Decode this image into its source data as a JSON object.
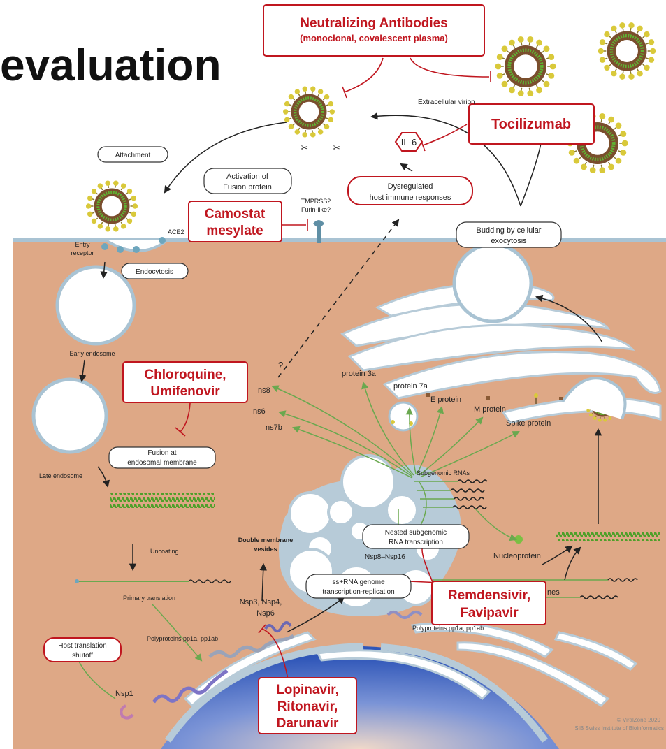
{
  "title_fragment": "evaluation",
  "drugs": {
    "neutralizing_title": "Neutralizing Antibodies",
    "neutralizing_sub": "(monoclonal, covalescent plasma)",
    "tocilizumab": "Tocilizumab",
    "camostat_1": "Camostat",
    "camostat_2": "mesylate",
    "chloroquine_1": "Chloroquine,",
    "chloroquine_2": "Umifenovir",
    "remdesivir_1": "Remdensivir,",
    "remdesivir_2": "Favipavir",
    "lopinavir_1": "Lopinavir,",
    "lopinavir_2": "Ritonavir,",
    "lopinavir_3": "Darunavir"
  },
  "labels": {
    "extracellular_virion": "Extracellular virion",
    "il6": "IL-6",
    "attachment": "Attachment",
    "activation_1": "Activation of",
    "activation_2": "Fusion protein",
    "tmprss2_1": "TMPRSS2",
    "tmprss2_2": "Furin-like?",
    "dysregulated_1": "Dysregulated",
    "dysregulated_2": "host immune responses",
    "budding_1": "Budding by cellular",
    "budding_2": "exocytosis",
    "entry_1": "Entry",
    "entry_2": "receptor",
    "ace2": "ACE2",
    "endocytosis": "Endocytosis",
    "early_endosome": "Early endosome",
    "question": "?",
    "ns8": "ns8",
    "ns6": "ns6",
    "ns7b": "ns7b",
    "protein_3a": "protein 3a",
    "protein_7a": "protein 7a",
    "e_protein": "E protein",
    "m_protein": "M protein",
    "spike_protein": "Spike protein",
    "fusion_1": "Fusion at",
    "fusion_2": "endosomal membrane",
    "late_endosome": "Late endosome",
    "subgenomic_rnas": "Subgenomic RNAs",
    "nested_1": "Nested subgenomic",
    "nested_2": "RNA transcription",
    "nsp8_16": "Nsp8–Nsp16",
    "double_membrane_1": "Double membrane",
    "double_membrane_2": "vesides",
    "uncoating": "Uncoating",
    "nucleoprotein": "Nucleoprotein",
    "ss_rna_1": "ss+RNA genome",
    "ss_rna_2": "transcription-replication",
    "genomes_partial": "nes",
    "primary_translation": "Primary translation",
    "nsp3_1": "Nsp3, Nsp4,",
    "nsp3_2": "Nsp6",
    "polyproteins_left": "Polyproteins pp1a, pp1ab",
    "polyproteins_right": "Polyproteins pp1a, pp1ab",
    "host_shutoff_1": "Host translation",
    "host_shutoff_2": "shutoff",
    "nsp1": "Nsp1",
    "credit_1": "© ViralZone 2020",
    "credit_2": "SIB Swiss Institute of Bioinformatics"
  },
  "colors": {
    "cytoplasm": "#dea886",
    "membrane": "#b8ccd8",
    "drug_red": "#c0161f",
    "arrow_green": "#6aa84f",
    "virion_spike": "#d9c93a",
    "virion_shell": "#7a4e2d",
    "rna_green": "#5fb233",
    "nucleus_blue": "#2e5fbf"
  }
}
